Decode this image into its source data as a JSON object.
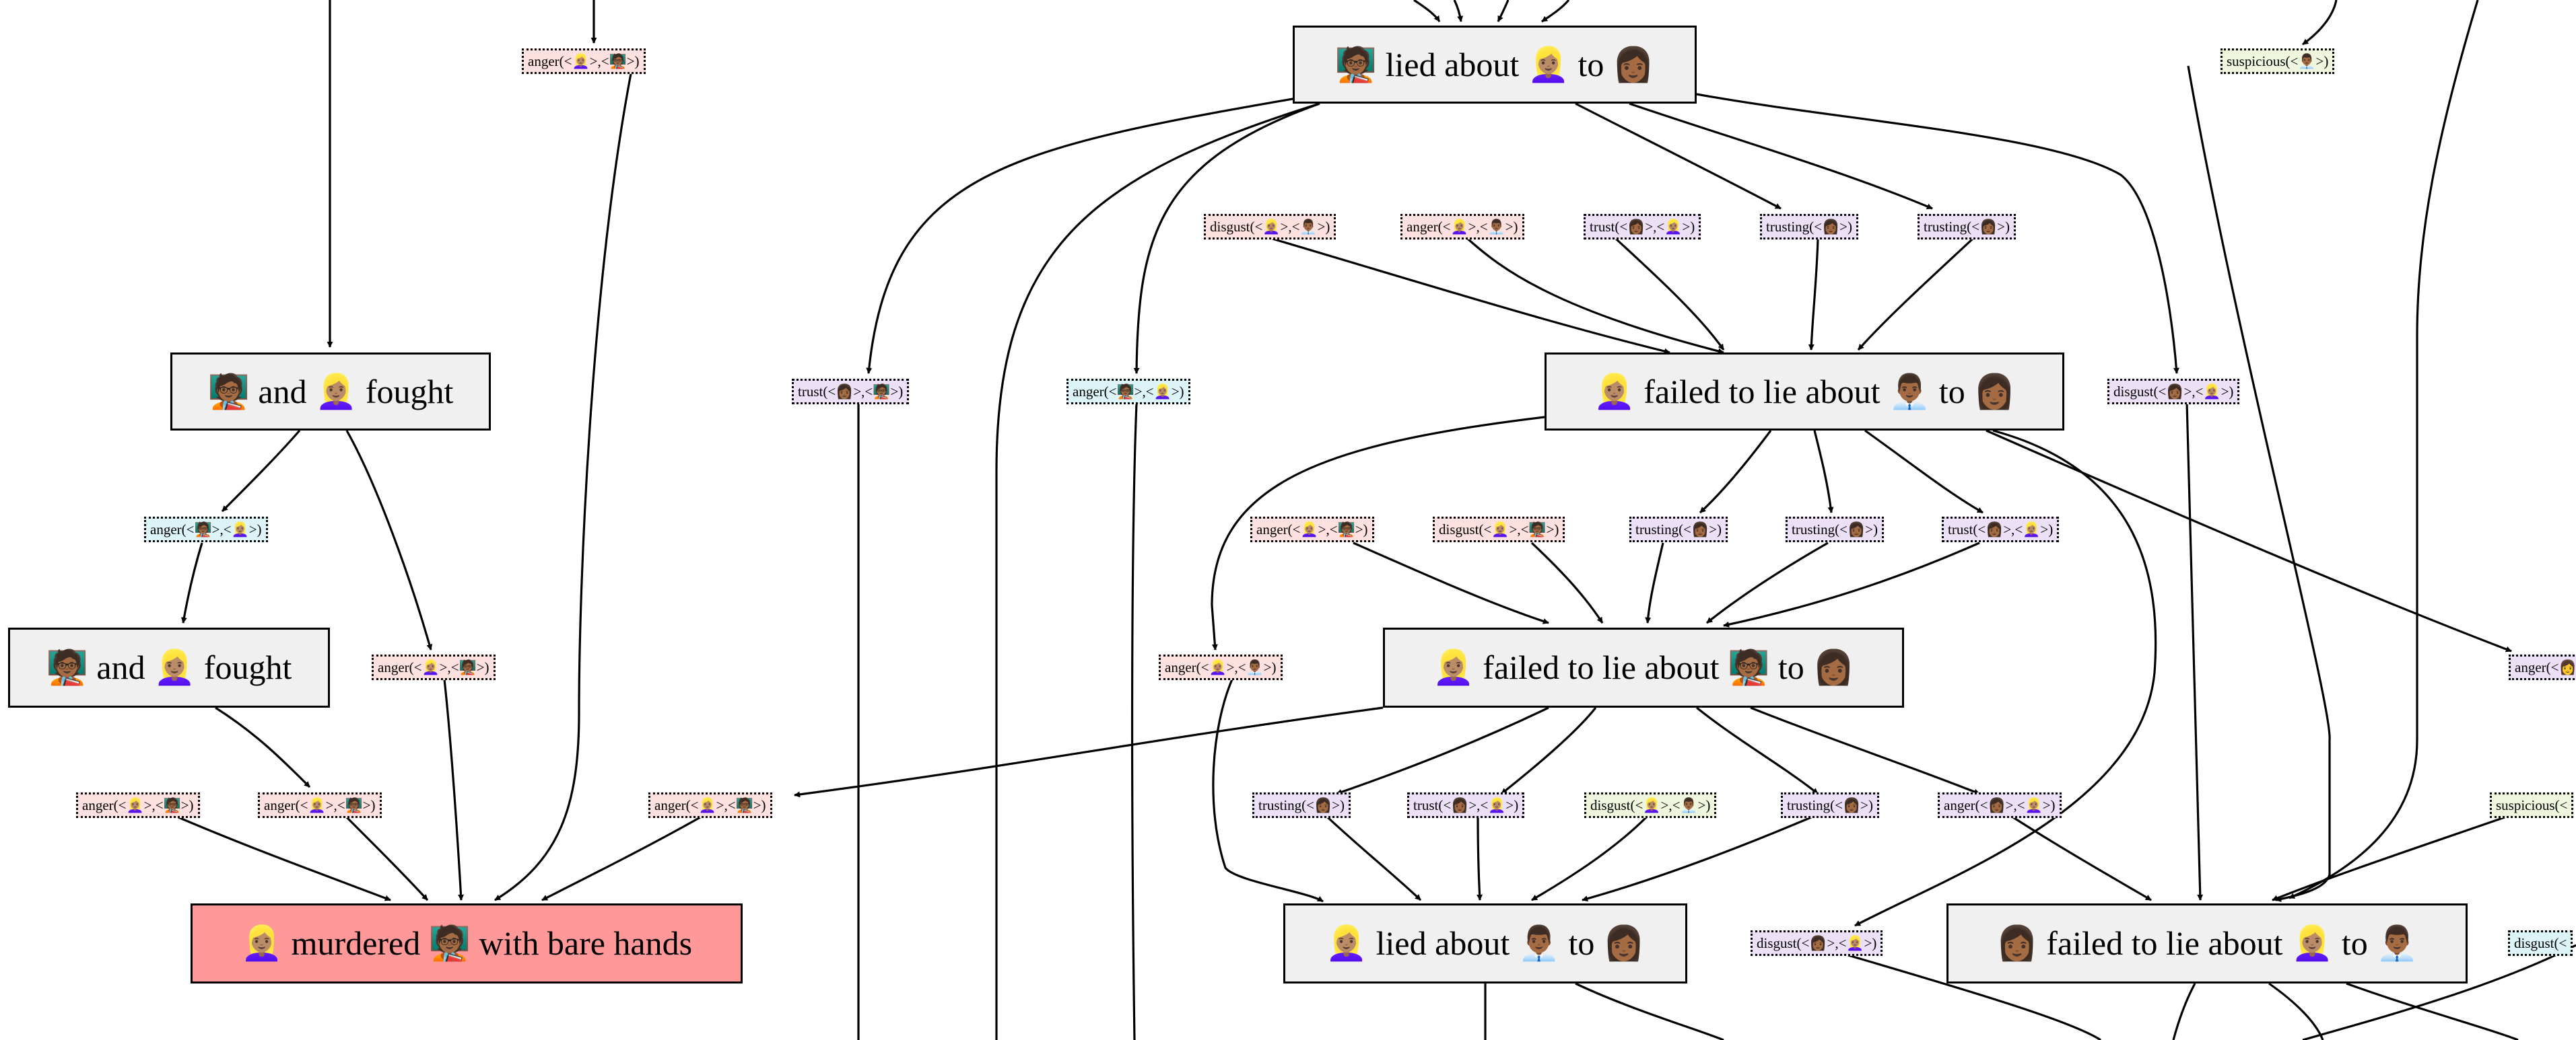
{
  "nodes": [
    {
      "id": "lied1",
      "label": "🧑🏾‍🏫 lied about 👱🏽‍♀️ to 👩🏾",
      "style": "event"
    },
    {
      "id": "fought1",
      "label": "🧑🏾‍🏫 and 👱🏽‍♀️ fought",
      "style": "event"
    },
    {
      "id": "fought2",
      "label": "🧑🏾‍🏫 and 👱🏽‍♀️ fought",
      "style": "event"
    },
    {
      "id": "fail1",
      "label": "👱🏽‍♀️ failed to lie about 👨🏾‍💼 to 👩🏾",
      "style": "event"
    },
    {
      "id": "fail2",
      "label": "👱🏽‍♀️ failed to lie about 🧑🏾‍🏫 to 👩🏾",
      "style": "event"
    },
    {
      "id": "murder",
      "label": "👱🏽‍♀️ murdered 🧑🏾‍🏫 with bare hands",
      "style": "murder"
    },
    {
      "id": "lied2",
      "label": "👱🏽‍♀️ lied about 👨🏾‍💼 to 👩🏾",
      "style": "event"
    },
    {
      "id": "fail3",
      "label": "👩🏾 failed to lie about 👱🏽‍♀️ to 👨🏾‍💼",
      "style": "event"
    }
  ],
  "emotions": [
    {
      "id": "e1",
      "label": "anger(<👱🏽‍♀️>,<🧑🏾‍🏫>)",
      "color": "pink"
    },
    {
      "id": "e2",
      "label": "suspicious(<👨🏾‍💼>)",
      "color": "green"
    },
    {
      "id": "e3",
      "label": "disgust(<👱🏽‍♀️>,<👨🏾‍💼>)",
      "color": "pink"
    },
    {
      "id": "e4",
      "label": "anger(<👱🏽‍♀️>,<👨🏾‍💼>)",
      "color": "pink"
    },
    {
      "id": "e5",
      "label": "trust(<👩🏾>,<👱🏽‍♀️>)",
      "color": "purple"
    },
    {
      "id": "e6",
      "label": "trusting(<👩🏾>)",
      "color": "purple"
    },
    {
      "id": "e7",
      "label": "trusting(<👩🏾>)",
      "color": "purple"
    },
    {
      "id": "e8",
      "label": "trust(<👩🏾>,<🧑🏾‍🏫>)",
      "color": "purple"
    },
    {
      "id": "e9",
      "label": "anger(<🧑🏾‍🏫>,<👱🏽‍♀️>)",
      "color": "cyan"
    },
    {
      "id": "e10",
      "label": "disgust(<👩🏾>,<👱🏽‍♀️>)",
      "color": "purple"
    },
    {
      "id": "e11",
      "label": "anger(<🧑🏾‍🏫>,<👱🏽‍♀️>)",
      "color": "cyan"
    },
    {
      "id": "e12",
      "label": "anger(<👱🏽‍♀️>,<🧑🏾‍🏫>)",
      "color": "pink"
    },
    {
      "id": "e13",
      "label": "disgust(<👱🏽‍♀️>,<🧑🏾‍🏫>)",
      "color": "pink"
    },
    {
      "id": "e14",
      "label": "trusting(<👩🏾>)",
      "color": "purple"
    },
    {
      "id": "e15",
      "label": "trusting(<👩🏾>)",
      "color": "purple"
    },
    {
      "id": "e16",
      "label": "trust(<👩🏾>,<👱🏽‍♀️>)",
      "color": "purple"
    },
    {
      "id": "e17",
      "label": "anger(<👱🏽‍♀️>,<🧑🏾‍🏫>)",
      "color": "pink"
    },
    {
      "id": "e18",
      "label": "anger(<👱🏽‍♀️>,<👨🏾‍💼>)",
      "color": "pink"
    },
    {
      "id": "e19",
      "label": "anger(<👩",
      "color": "purple"
    },
    {
      "id": "e20",
      "label": "anger(<👱🏽‍♀️>,<🧑🏾‍🏫>)",
      "color": "pink"
    },
    {
      "id": "e21",
      "label": "anger(<👱🏽‍♀️>,<🧑🏾‍🏫>)",
      "color": "pink"
    },
    {
      "id": "e22",
      "label": "anger(<👱🏽‍♀️>,<🧑🏾‍🏫>)",
      "color": "pink"
    },
    {
      "id": "e23",
      "label": "trusting(<👩🏾>)",
      "color": "purple"
    },
    {
      "id": "e24",
      "label": "trust(<👩🏾>,<👱🏽‍♀️>)",
      "color": "purple"
    },
    {
      "id": "e25",
      "label": "disgust(<👱🏽‍♀️>,<👨🏾‍💼>)",
      "color": "green"
    },
    {
      "id": "e26",
      "label": "trusting(<👩🏾>)",
      "color": "purple"
    },
    {
      "id": "e27",
      "label": "anger(<👩🏾>,<👱🏽‍♀️>)",
      "color": "purple"
    },
    {
      "id": "e28",
      "label": "suspicious(<",
      "color": "green"
    },
    {
      "id": "e29",
      "label": "disgust(<👩🏾>,<👱🏽‍♀️>)",
      "color": "purple"
    },
    {
      "id": "e30",
      "label": "disgust(<",
      "color": "cyan"
    }
  ]
}
